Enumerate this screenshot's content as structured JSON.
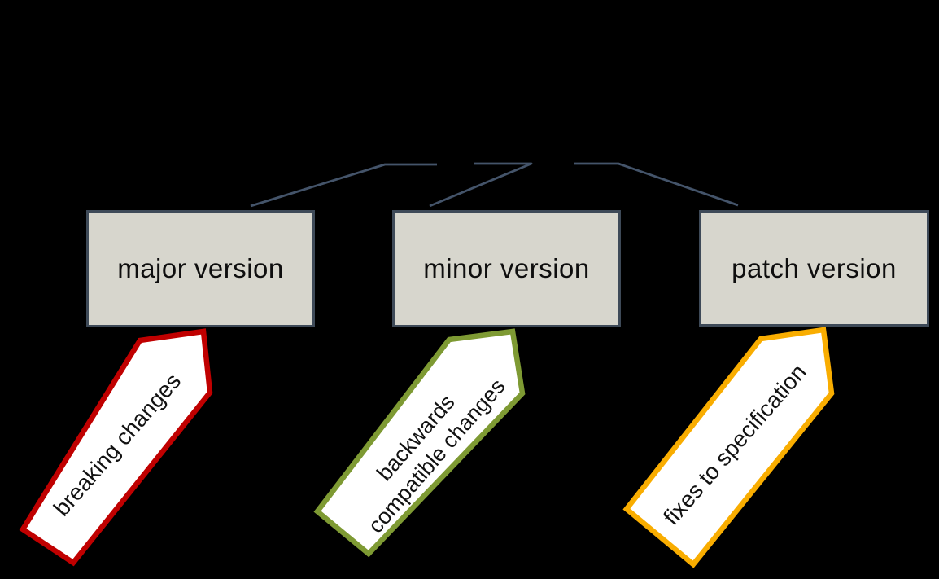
{
  "version_parts": {
    "boxes": [
      {
        "label": "major version"
      },
      {
        "label": "minor version"
      },
      {
        "label": "patch version"
      }
    ],
    "box_fill": "#d7d6cd",
    "box_border": "#3e4a58",
    "connector_color": "#44546a"
  },
  "tags": [
    {
      "lines": [
        "breaking changes"
      ],
      "border_color": "#c00000",
      "fill": "#ffffff"
    },
    {
      "lines": [
        "backwards",
        "compatible changes"
      ],
      "border_color": "#7e9a33",
      "fill": "#ffffff"
    },
    {
      "lines": [
        "fixes to specification"
      ],
      "border_color": "#f9ad00",
      "fill": "#ffffff"
    }
  ],
  "colors": {
    "background": "#000000"
  }
}
